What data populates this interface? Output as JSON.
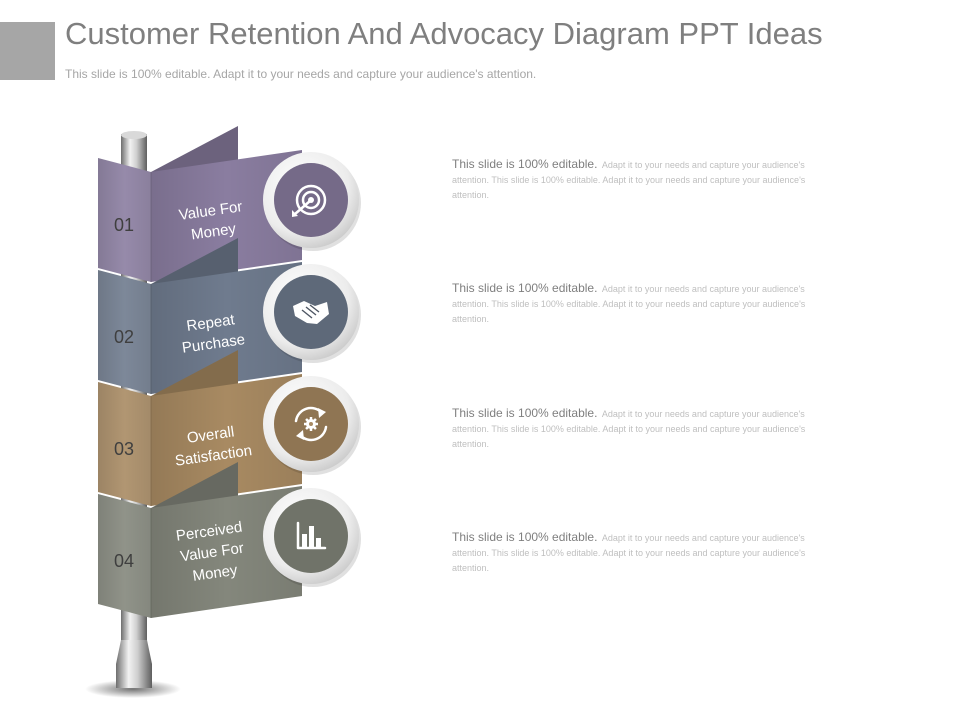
{
  "header": {
    "title": "Customer Retention And Advocacy Diagram PPT Ideas",
    "subtitle": "This slide is 100% editable. Adapt it to your needs and capture your audience's attention."
  },
  "steps": [
    {
      "number": "01",
      "label_lines": [
        "Value For",
        "Money"
      ],
      "icon": "target-icon",
      "color": "#8a7da0",
      "desc_head": "This slide is 100% editable.",
      "desc_body": "Adapt it to your needs and capture your audience's attention. This slide is 100% editable. Adapt it to your needs and capture your audience's attention."
    },
    {
      "number": "02",
      "label_lines": [
        "Repeat",
        "Purchase"
      ],
      "icon": "handshake-icon",
      "color": "#6f7b8e",
      "desc_head": "This slide is 100% editable.",
      "desc_body": "Adapt it to your needs and capture your audience's attention. This slide is 100% editable. Adapt it to your needs and capture your audience's attention."
    },
    {
      "number": "03",
      "label_lines": [
        "Overall",
        "Satisfaction"
      ],
      "icon": "refresh-gear-icon",
      "color": "#a88a62",
      "desc_head": "This slide is 100% editable.",
      "desc_body": "Adapt it to your needs and capture your audience's attention. This slide is 100% editable. Adapt it to your needs and capture your audience's attention."
    },
    {
      "number": "04",
      "label_lines": [
        "Perceived",
        "Value For",
        "Money"
      ],
      "icon": "bar-chart-icon",
      "color": "#84877c",
      "desc_head": "This slide is 100% editable.",
      "desc_body": "Adapt it to your needs and capture your audience's attention. This slide is 100% editable. Adapt it to your needs and capture your audience's attention."
    }
  ]
}
